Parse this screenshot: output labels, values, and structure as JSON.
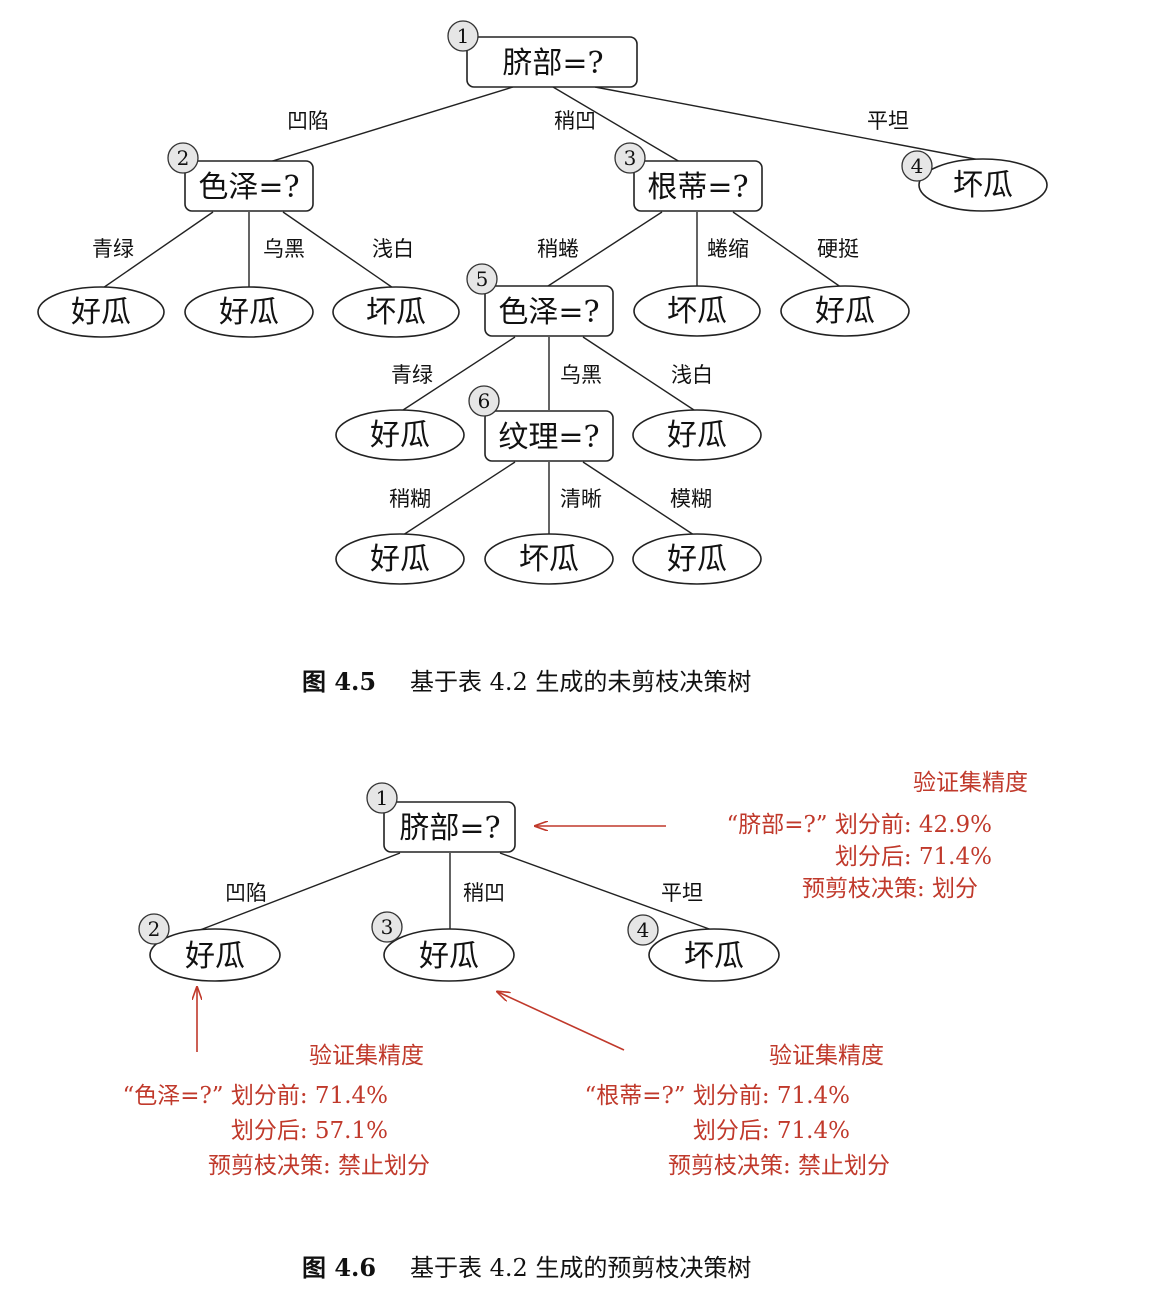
{
  "fig45": {
    "nodes": {
      "n1": "脐部=?",
      "n2": "色泽=?",
      "n3": "根蒂=?",
      "n4": "坏瓜",
      "n5": "色泽=?",
      "n6": "纹理=?",
      "l_2a": "好瓜",
      "l_2b": "好瓜",
      "l_2c": "坏瓜",
      "l_3b": "坏瓜",
      "l_3c": "好瓜",
      "l_5a": "好瓜",
      "l_5c": "好瓜",
      "l_6a": "好瓜",
      "l_6b": "坏瓜",
      "l_6c": "好瓜"
    },
    "badges": {
      "b1": "1",
      "b2": "2",
      "b3": "3",
      "b4": "4",
      "b5": "5",
      "b6": "6"
    },
    "edges": {
      "e1_2": "凹陷",
      "e1_3": "稍凹",
      "e1_4": "平坦",
      "e2_a": "青绿",
      "e2_b": "乌黑",
      "e2_c": "浅白",
      "e3_5": "稍蜷",
      "e3_b": "蜷缩",
      "e3_c": "硬挺",
      "e5_a": "青绿",
      "e5_6": "乌黑",
      "e5_c": "浅白",
      "e6_a": "稍糊",
      "e6_b": "清晰",
      "e6_c": "模糊"
    },
    "caption": {
      "label": "图 4.5",
      "text": "基于表 4.2 生成的未剪枝决策树"
    }
  },
  "fig46": {
    "nodes": {
      "n1": "脐部=?",
      "n2": "好瓜",
      "n3": "好瓜",
      "n4": "坏瓜"
    },
    "badges": {
      "b1": "1",
      "b2": "2",
      "b3": "3",
      "b4": "4"
    },
    "edges": {
      "e1_2": "凹陷",
      "e1_3": "稍凹",
      "e1_4": "平坦"
    },
    "annotations": {
      "root": {
        "title": "验证集精度",
        "line1": "“脐部=?” 划分前: 42.9%",
        "line2": "划分后: 71.4%",
        "line3": "预剪枝决策: 划分"
      },
      "left": {
        "title": "验证集精度",
        "line1": "“色泽=?” 划分前: 71.4%",
        "line2": "划分后: 57.1%",
        "line3": "预剪枝决策: 禁止划分"
      },
      "mid": {
        "title": "验证集精度",
        "line1": "“根蒂=?” 划分前: 71.4%",
        "line2": "划分后: 71.4%",
        "line3": "预剪枝决策: 禁止划分"
      }
    },
    "caption": {
      "label": "图 4.6",
      "text": "基于表 4.2 生成的预剪枝决策树"
    }
  },
  "colors": {
    "ink": "#111111",
    "annotation": "#c0392b",
    "badge_fill": "#e6e6e6"
  }
}
